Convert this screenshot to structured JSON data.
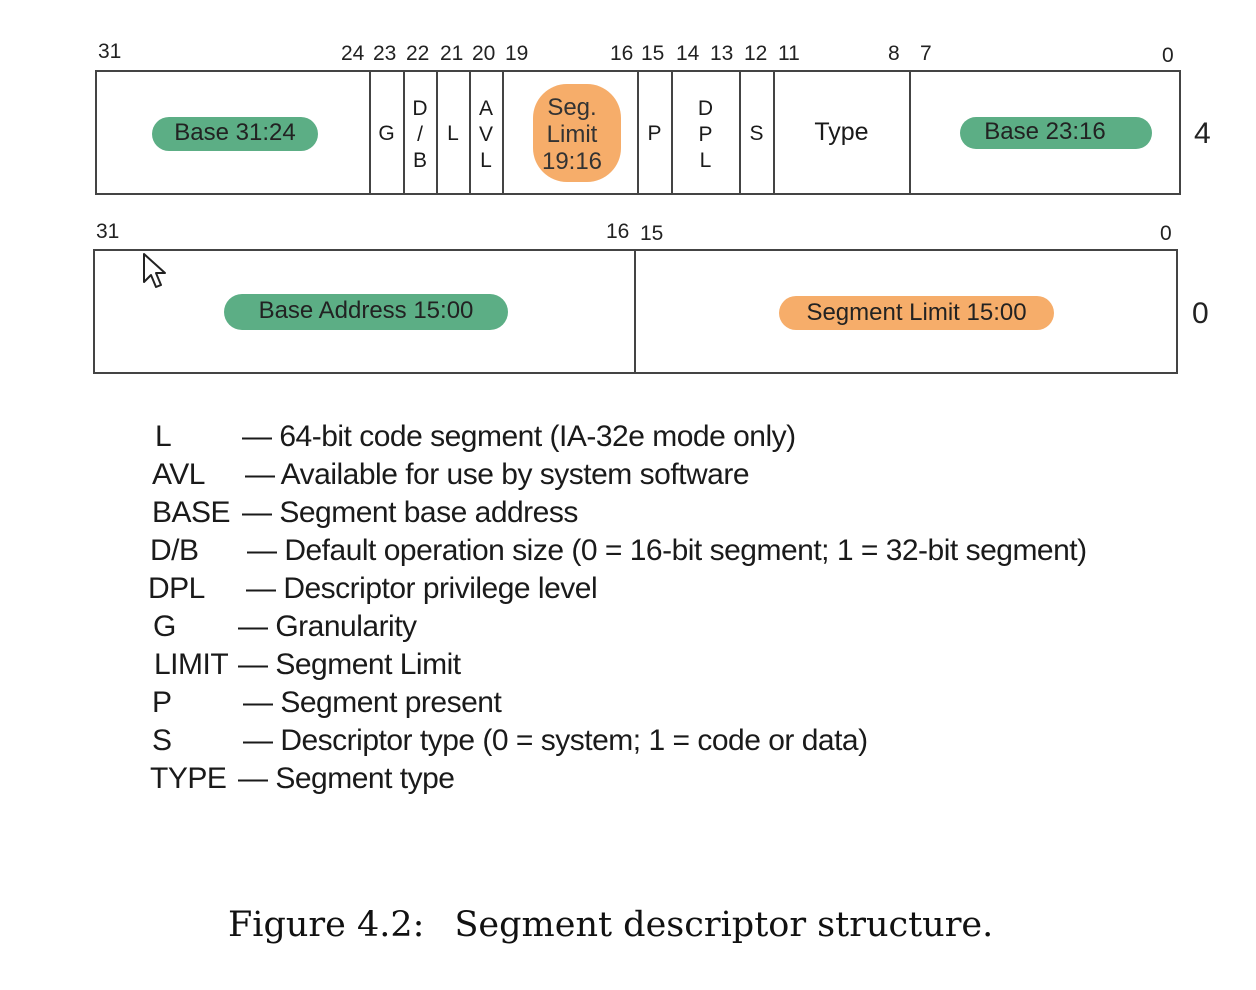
{
  "row4": {
    "bit_labels": [
      "31",
      "24",
      "23",
      "22",
      "21",
      "20",
      "19",
      "16",
      "15",
      "14",
      "13",
      "12",
      "11",
      "8",
      "7",
      "0"
    ],
    "row_number": "4",
    "fields": {
      "base_hi": "Base 31:24",
      "g": "G",
      "db": [
        "D",
        "/",
        "B"
      ],
      "l": "L",
      "avl": [
        "A",
        "V",
        "L"
      ],
      "seg_limit": [
        "Seg.",
        "Limit",
        "19:16"
      ],
      "p": "P",
      "dpl": [
        "D",
        "P",
        "L"
      ],
      "s": "S",
      "type": "Type",
      "base_mid": "Base 23:16"
    }
  },
  "row0": {
    "bit_labels": [
      "31",
      "16",
      "15",
      "0"
    ],
    "row_number": "0",
    "fields": {
      "base_lo": "Base Address 15:00",
      "limit_lo": "Segment Limit 15:00"
    }
  },
  "legend": [
    {
      "key": "L",
      "desc": "— 64-bit code segment (IA-32e mode only)"
    },
    {
      "key": "AVL",
      "desc": "— Available for use by system software"
    },
    {
      "key": "BASE",
      "desc": "— Segment base address"
    },
    {
      "key": "D/B",
      "desc": "— Default operation size (0 = 16-bit segment; 1 = 32-bit segment)"
    },
    {
      "key": "DPL",
      "desc": "— Descriptor privilege level"
    },
    {
      "key": "G",
      "desc": "— Granularity"
    },
    {
      "key": "LIMIT",
      "desc": "— Segment Limit"
    },
    {
      "key": "P",
      "desc": "— Segment present"
    },
    {
      "key": "S",
      "desc": "— Descriptor type (0 = system; 1 = code or data)"
    },
    {
      "key": "TYPE",
      "desc": "— Segment type"
    }
  ],
  "caption": {
    "label": "Figure 4.2:",
    "text": "Segment descriptor structure."
  },
  "colors": {
    "base_highlight": "#5cae85",
    "limit_highlight": "#f6ad6a",
    "border": "#444444"
  },
  "icons": {
    "cursor": "mouse-pointer-icon"
  }
}
